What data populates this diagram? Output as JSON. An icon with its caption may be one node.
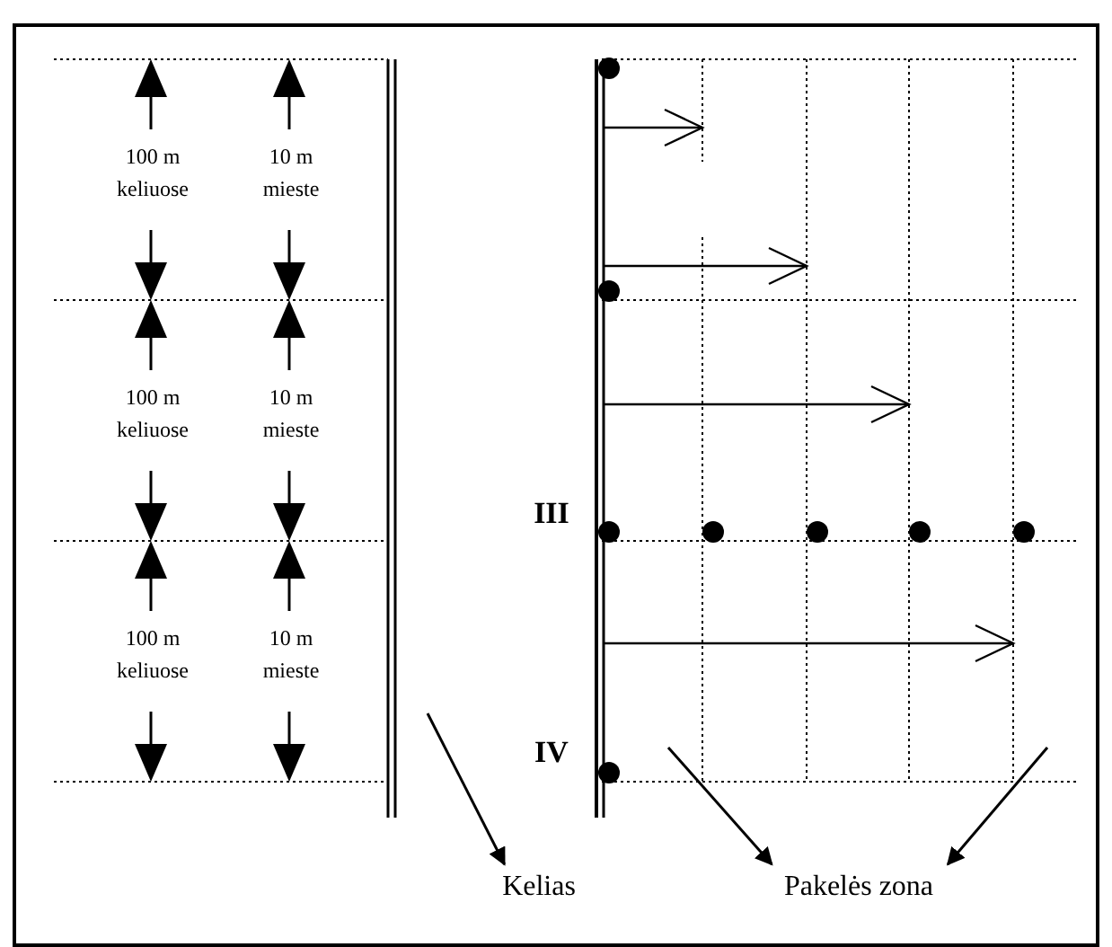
{
  "diagram": {
    "nodes": [
      {
        "text": [
          "Kelias"
        ]
      },
      {
        "text": [
          "Pakelės zona"
        ]
      }
    ],
    "edges": [
      {
        "from": null,
        "to": 0,
        "arrow": "to"
      },
      {
        "from": null,
        "to": 1,
        "arrow": "to"
      },
      {
        "from": null,
        "to": 1,
        "arrow": "to"
      }
    ],
    "labels": [
      "100 m keliuose",
      "10 m mieste",
      "100 m keliuose",
      "10 m mieste",
      "100 m keliuose",
      "10 m mieste",
      "III",
      "IV"
    ]
  }
}
